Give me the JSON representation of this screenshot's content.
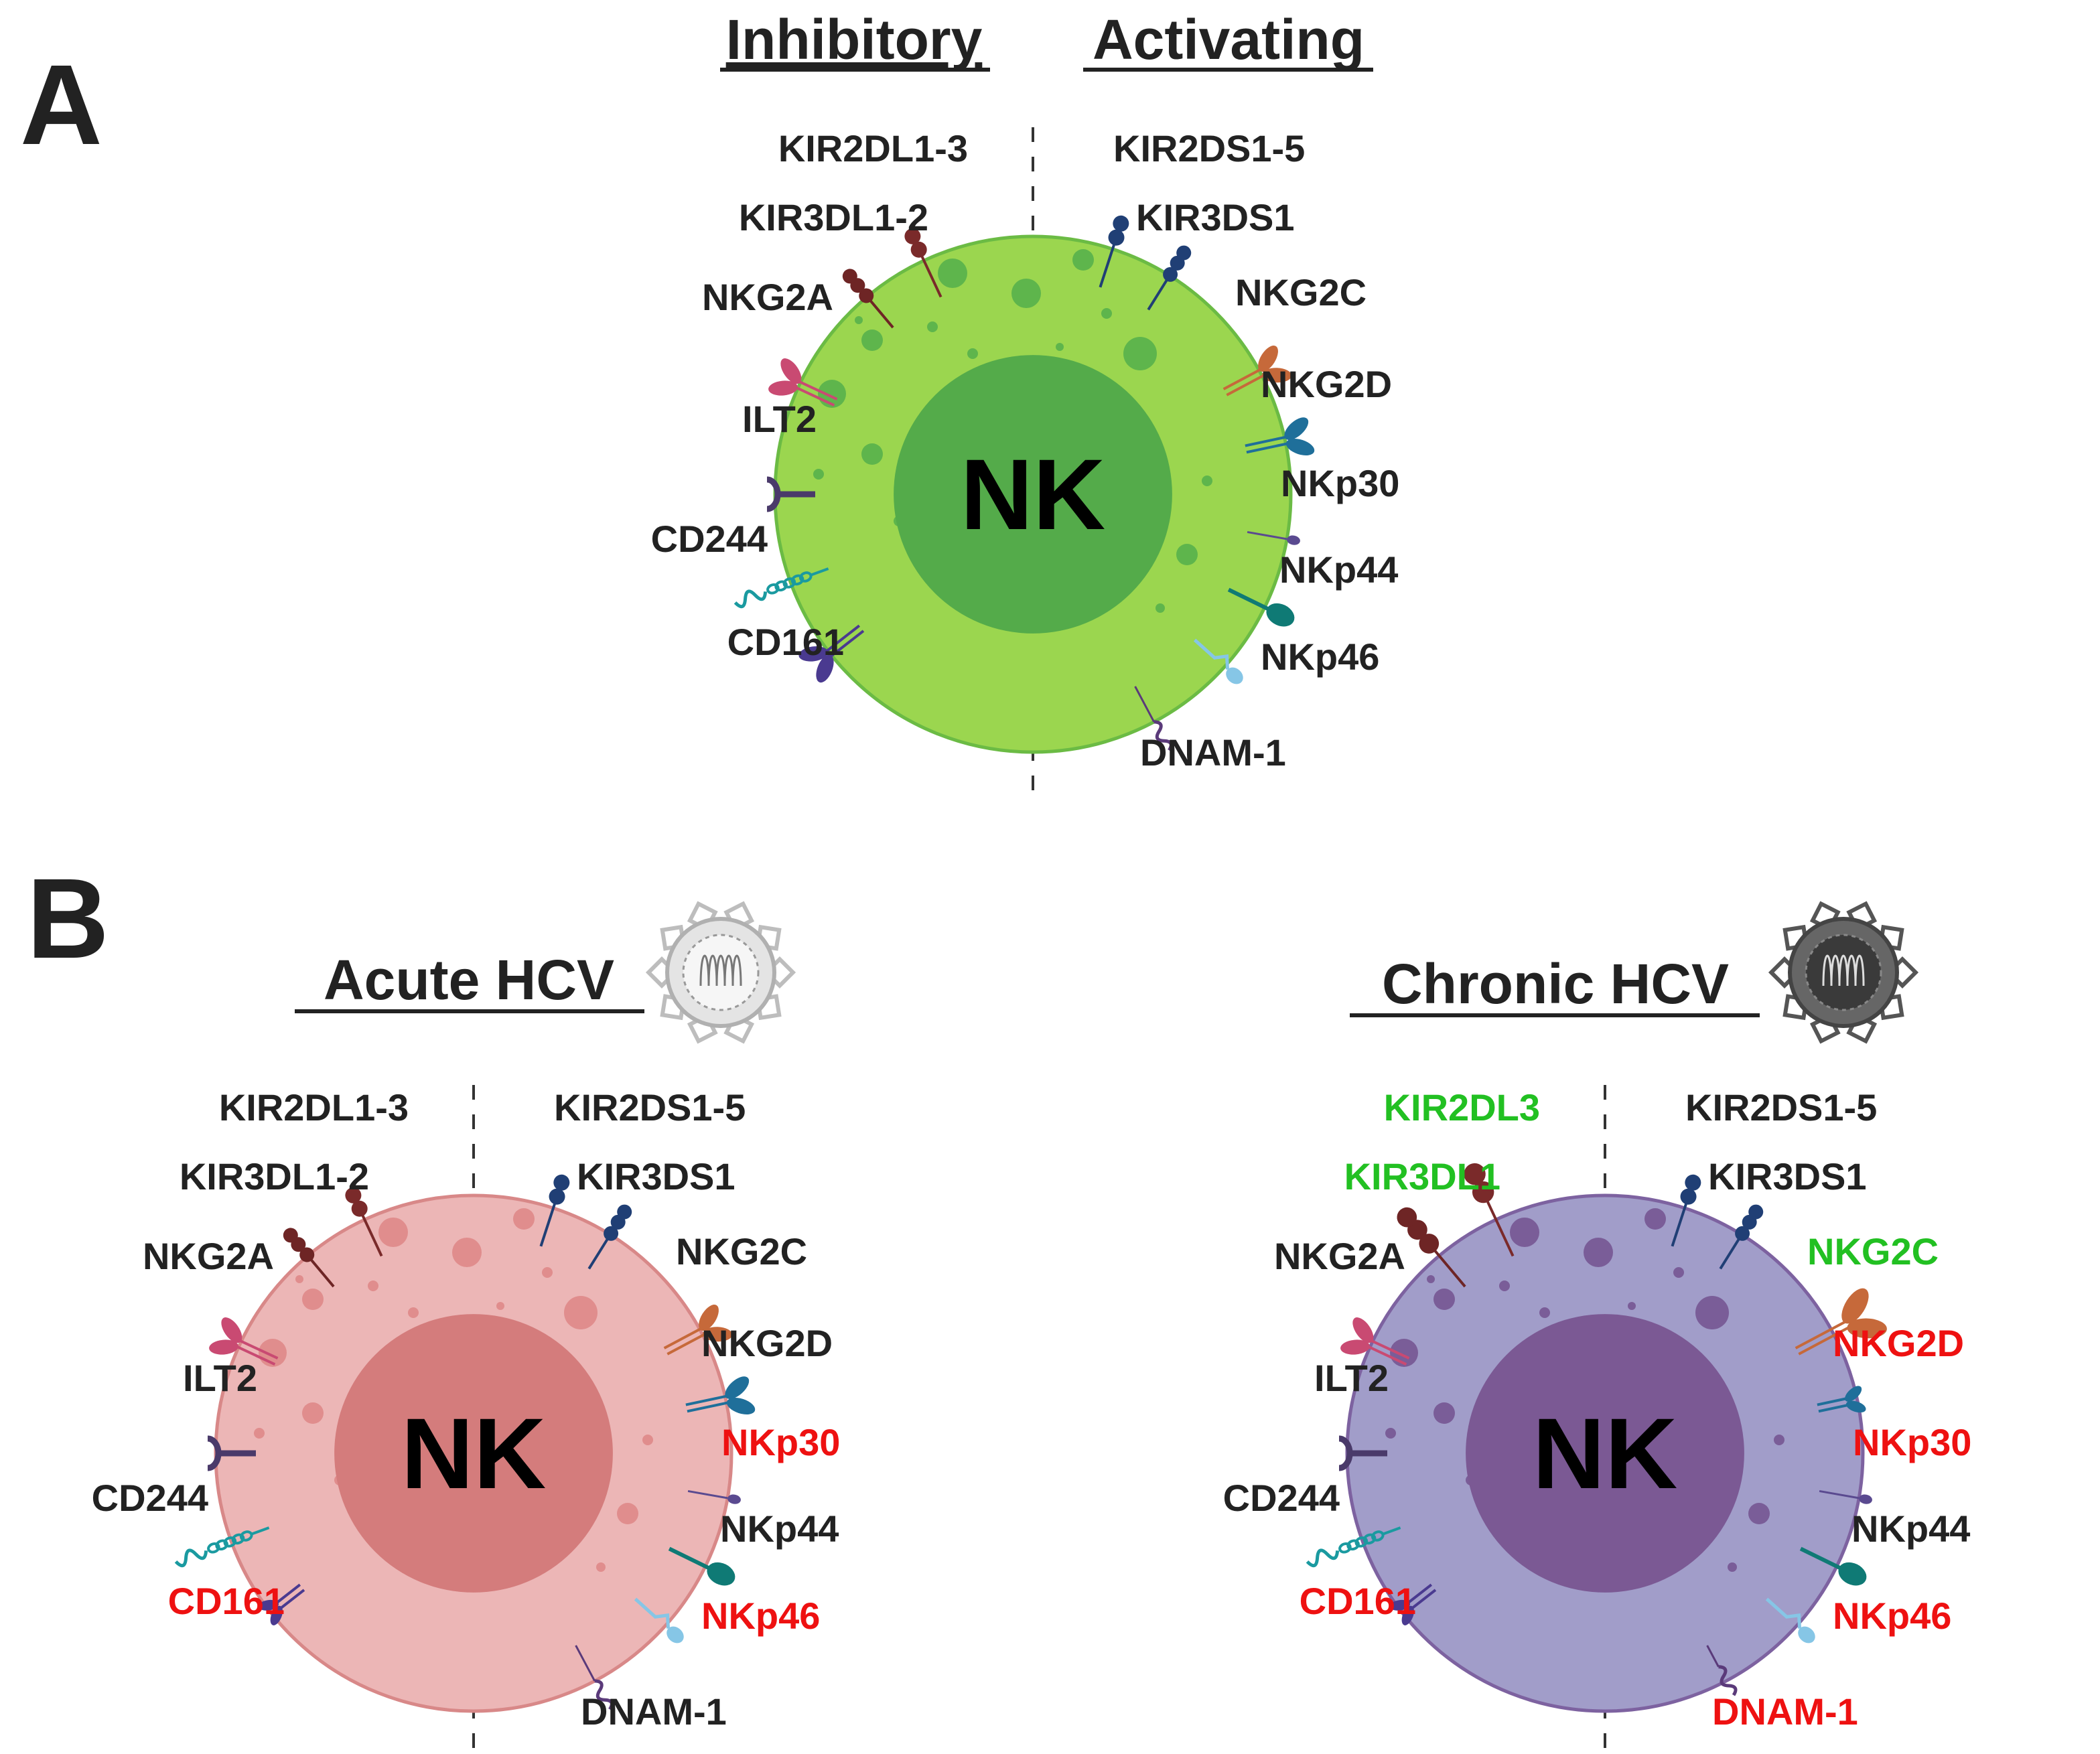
{
  "panels": {
    "a": {
      "letter": "A",
      "headers": {
        "inhibitory": "Inhibitory",
        "activating": "Activating"
      },
      "cell": {
        "label": "NK",
        "color_outer": "#9bd64f",
        "color_inner": "#54ab4a",
        "color_border": "#6bbb44",
        "color_dot": "#5eb54c"
      },
      "inhibitory": [
        {
          "name": "KIR2DL1-3",
          "status": "normal"
        },
        {
          "name": "KIR3DL1-2",
          "status": "normal"
        },
        {
          "name": "NKG2A",
          "status": "normal"
        },
        {
          "name": "ILT2",
          "status": "normal"
        },
        {
          "name": "CD244",
          "status": "normal"
        },
        {
          "name": "CD161",
          "status": "normal"
        }
      ],
      "activating": [
        {
          "name": "KIR2DS1-5",
          "status": "normal"
        },
        {
          "name": "KIR3DS1",
          "status": "normal"
        },
        {
          "name": "NKG2C",
          "status": "normal"
        },
        {
          "name": "NKG2D",
          "status": "normal"
        },
        {
          "name": "NKp30",
          "status": "normal"
        },
        {
          "name": "NKp44",
          "status": "normal"
        },
        {
          "name": "NKp46",
          "status": "normal"
        },
        {
          "name": "DNAM-1",
          "status": "normal"
        }
      ]
    },
    "b": {
      "letter": "B",
      "acute": {
        "title": "Acute HCV",
        "cell": {
          "label": "NK",
          "color_outer": "#ecb6b6",
          "color_inner": "#d47c7c",
          "color_border": "#d88888",
          "color_dot": "#e08d8d"
        },
        "virus": {
          "icon": "virus-icon",
          "color": "#c8c8c8"
        },
        "inhibitory": [
          {
            "name": "KIR2DL1-3",
            "status": "normal"
          },
          {
            "name": "KIR3DL1-2",
            "status": "normal"
          },
          {
            "name": "NKG2A",
            "status": "normal"
          },
          {
            "name": "ILT2",
            "status": "normal"
          },
          {
            "name": "CD244",
            "status": "normal"
          },
          {
            "name": "CD161",
            "status": "decreased"
          }
        ],
        "activating": [
          {
            "name": "KIR2DS1-5",
            "status": "normal"
          },
          {
            "name": "KIR3DS1",
            "status": "normal"
          },
          {
            "name": "NKG2C",
            "status": "normal"
          },
          {
            "name": "NKG2D",
            "status": "normal"
          },
          {
            "name": "NKp30",
            "status": "decreased"
          },
          {
            "name": "NKp44",
            "status": "normal"
          },
          {
            "name": "NKp46",
            "status": "decreased"
          },
          {
            "name": "DNAM-1",
            "status": "normal"
          }
        ]
      },
      "chronic": {
        "title": "Chronic HCV",
        "cell": {
          "label": "NK",
          "color_outer": "#a19dc9",
          "color_inner": "#7b5994",
          "color_border": "#7d62a0",
          "color_dot": "#7a5d98"
        },
        "virus": {
          "icon": "virus-icon",
          "color": "#555555"
        },
        "inhibitory": [
          {
            "name": "KIR2DL3",
            "status": "increased"
          },
          {
            "name": "KIR3DL1",
            "status": "increased"
          },
          {
            "name": "NKG2A",
            "status": "normal"
          },
          {
            "name": "ILT2",
            "status": "normal"
          },
          {
            "name": "CD244",
            "status": "normal"
          },
          {
            "name": "CD161",
            "status": "decreased"
          }
        ],
        "activating": [
          {
            "name": "KIR2DS1-5",
            "status": "normal"
          },
          {
            "name": "KIR3DS1",
            "status": "normal"
          },
          {
            "name": "NKG2C",
            "status": "increased"
          },
          {
            "name": "NKG2D",
            "status": "decreased"
          },
          {
            "name": "NKp30",
            "status": "decreased"
          },
          {
            "name": "NKp44",
            "status": "normal"
          },
          {
            "name": "NKp46",
            "status": "decreased"
          },
          {
            "name": "DNAM-1",
            "status": "decreased"
          }
        ]
      }
    }
  },
  "status_colors": {
    "normal": "#222222",
    "decreased": "#ee1111",
    "increased": "#22c022"
  }
}
